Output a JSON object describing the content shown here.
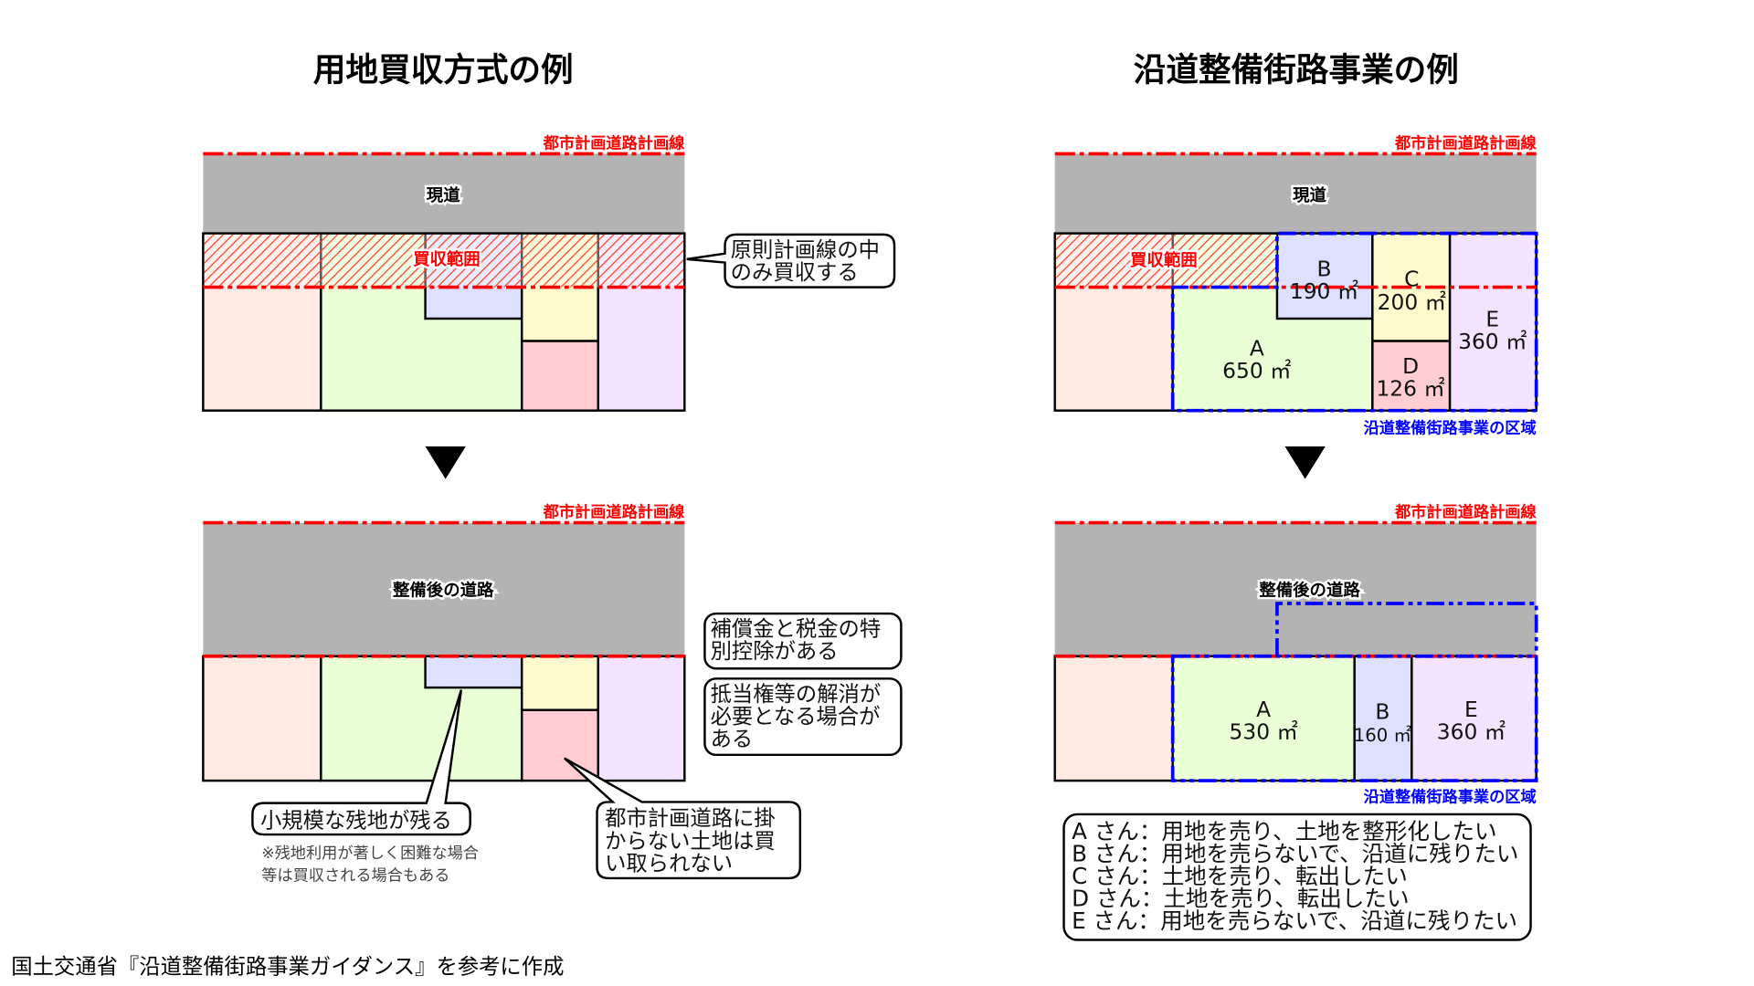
{
  "left": {
    "title": "用地買収方式の例",
    "before": {
      "plan_line_label": "都市計画道路計画線",
      "road_label": "現道",
      "purchase_label": "買収範囲",
      "callout": [
        "原則計画線の中",
        "のみ買収する"
      ]
    },
    "after": {
      "plan_line_label": "都市計画道路計画線",
      "road_label": "整備後の道路",
      "callout_tax": [
        "補償金と税金の特",
        "別控除がある"
      ],
      "callout_mortgage": [
        "抵当権等の解消が",
        "必要となる場合が",
        "ある"
      ],
      "callout_remnant": "小規模な残地が残る",
      "note": [
        "※残地利用が著しく困難な場合",
        "等は買収される場合もある"
      ],
      "callout_not_bought": [
        "都市計画道路に掛",
        "からない土地は買",
        "い取られない"
      ]
    }
  },
  "right": {
    "title": "沿道整備街路事業の例",
    "before": {
      "plan_line_label": "都市計画道路計画線",
      "road_label": "現道",
      "purchase_label": "買収範囲",
      "zone_label": "沿道整備街路事業の区域",
      "lots": {
        "A": {
          "name": "A",
          "area": "650 ㎡"
        },
        "B": {
          "name": "B",
          "area": "190 ㎡"
        },
        "C": {
          "name": "C",
          "area": "200 ㎡"
        },
        "D": {
          "name": "D",
          "area": "126 ㎡"
        },
        "E": {
          "name": "E",
          "area": "360 ㎡"
        }
      }
    },
    "after": {
      "plan_line_label": "都市計画道路計画線",
      "road_label": "整備後の道路",
      "zone_label": "沿道整備街路事業の区域",
      "lots": {
        "A": {
          "name": "A",
          "area": "530 ㎡"
        },
        "B": {
          "name": "B",
          "area": "160 ㎡"
        },
        "E": {
          "name": "E",
          "area": "360 ㎡"
        }
      }
    },
    "legend": [
      "A さん：用地を売り、土地を整形化したい",
      "B さん：用地を売らないで、沿道に残りたい",
      "C さん：土地を売り、転出したい",
      "D さん：土地を売り、転出したい",
      "E さん：用地を売らないで、沿道に残りたい"
    ]
  },
  "footer": "国土交通省『沿道整備街路事業ガイダンス』を参考に作成",
  "colors": {
    "road": "#b3b3b3",
    "plan_line": "#ff0000",
    "zone_line": "#0000ff",
    "lot_left": "#feeae3",
    "lot_a": "#eaffd6",
    "lot_b": "#dde0ff",
    "lot_c": "#fffacd",
    "lot_d": "#ffcdd2",
    "lot_e": "#f3e3ff"
  }
}
